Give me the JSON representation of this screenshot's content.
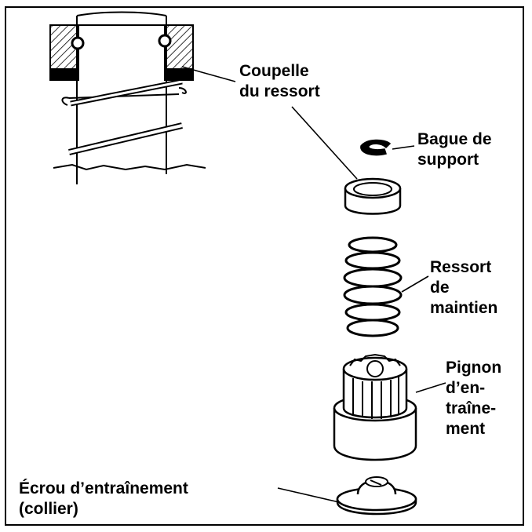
{
  "labels": {
    "coupelle": [
      "Coupelle",
      "du ressort"
    ],
    "bague": [
      "Bague de",
      "support"
    ],
    "ressort": [
      "Ressort",
      "de",
      "maintien"
    ],
    "pignon": [
      "Pignon",
      "d’en-",
      "traîne-",
      "ment"
    ],
    "ecrou": [
      "Écrou d’entraînement",
      "(collier)"
    ]
  },
  "colors": {
    "ink": "#000000",
    "background": "#ffffff"
  }
}
